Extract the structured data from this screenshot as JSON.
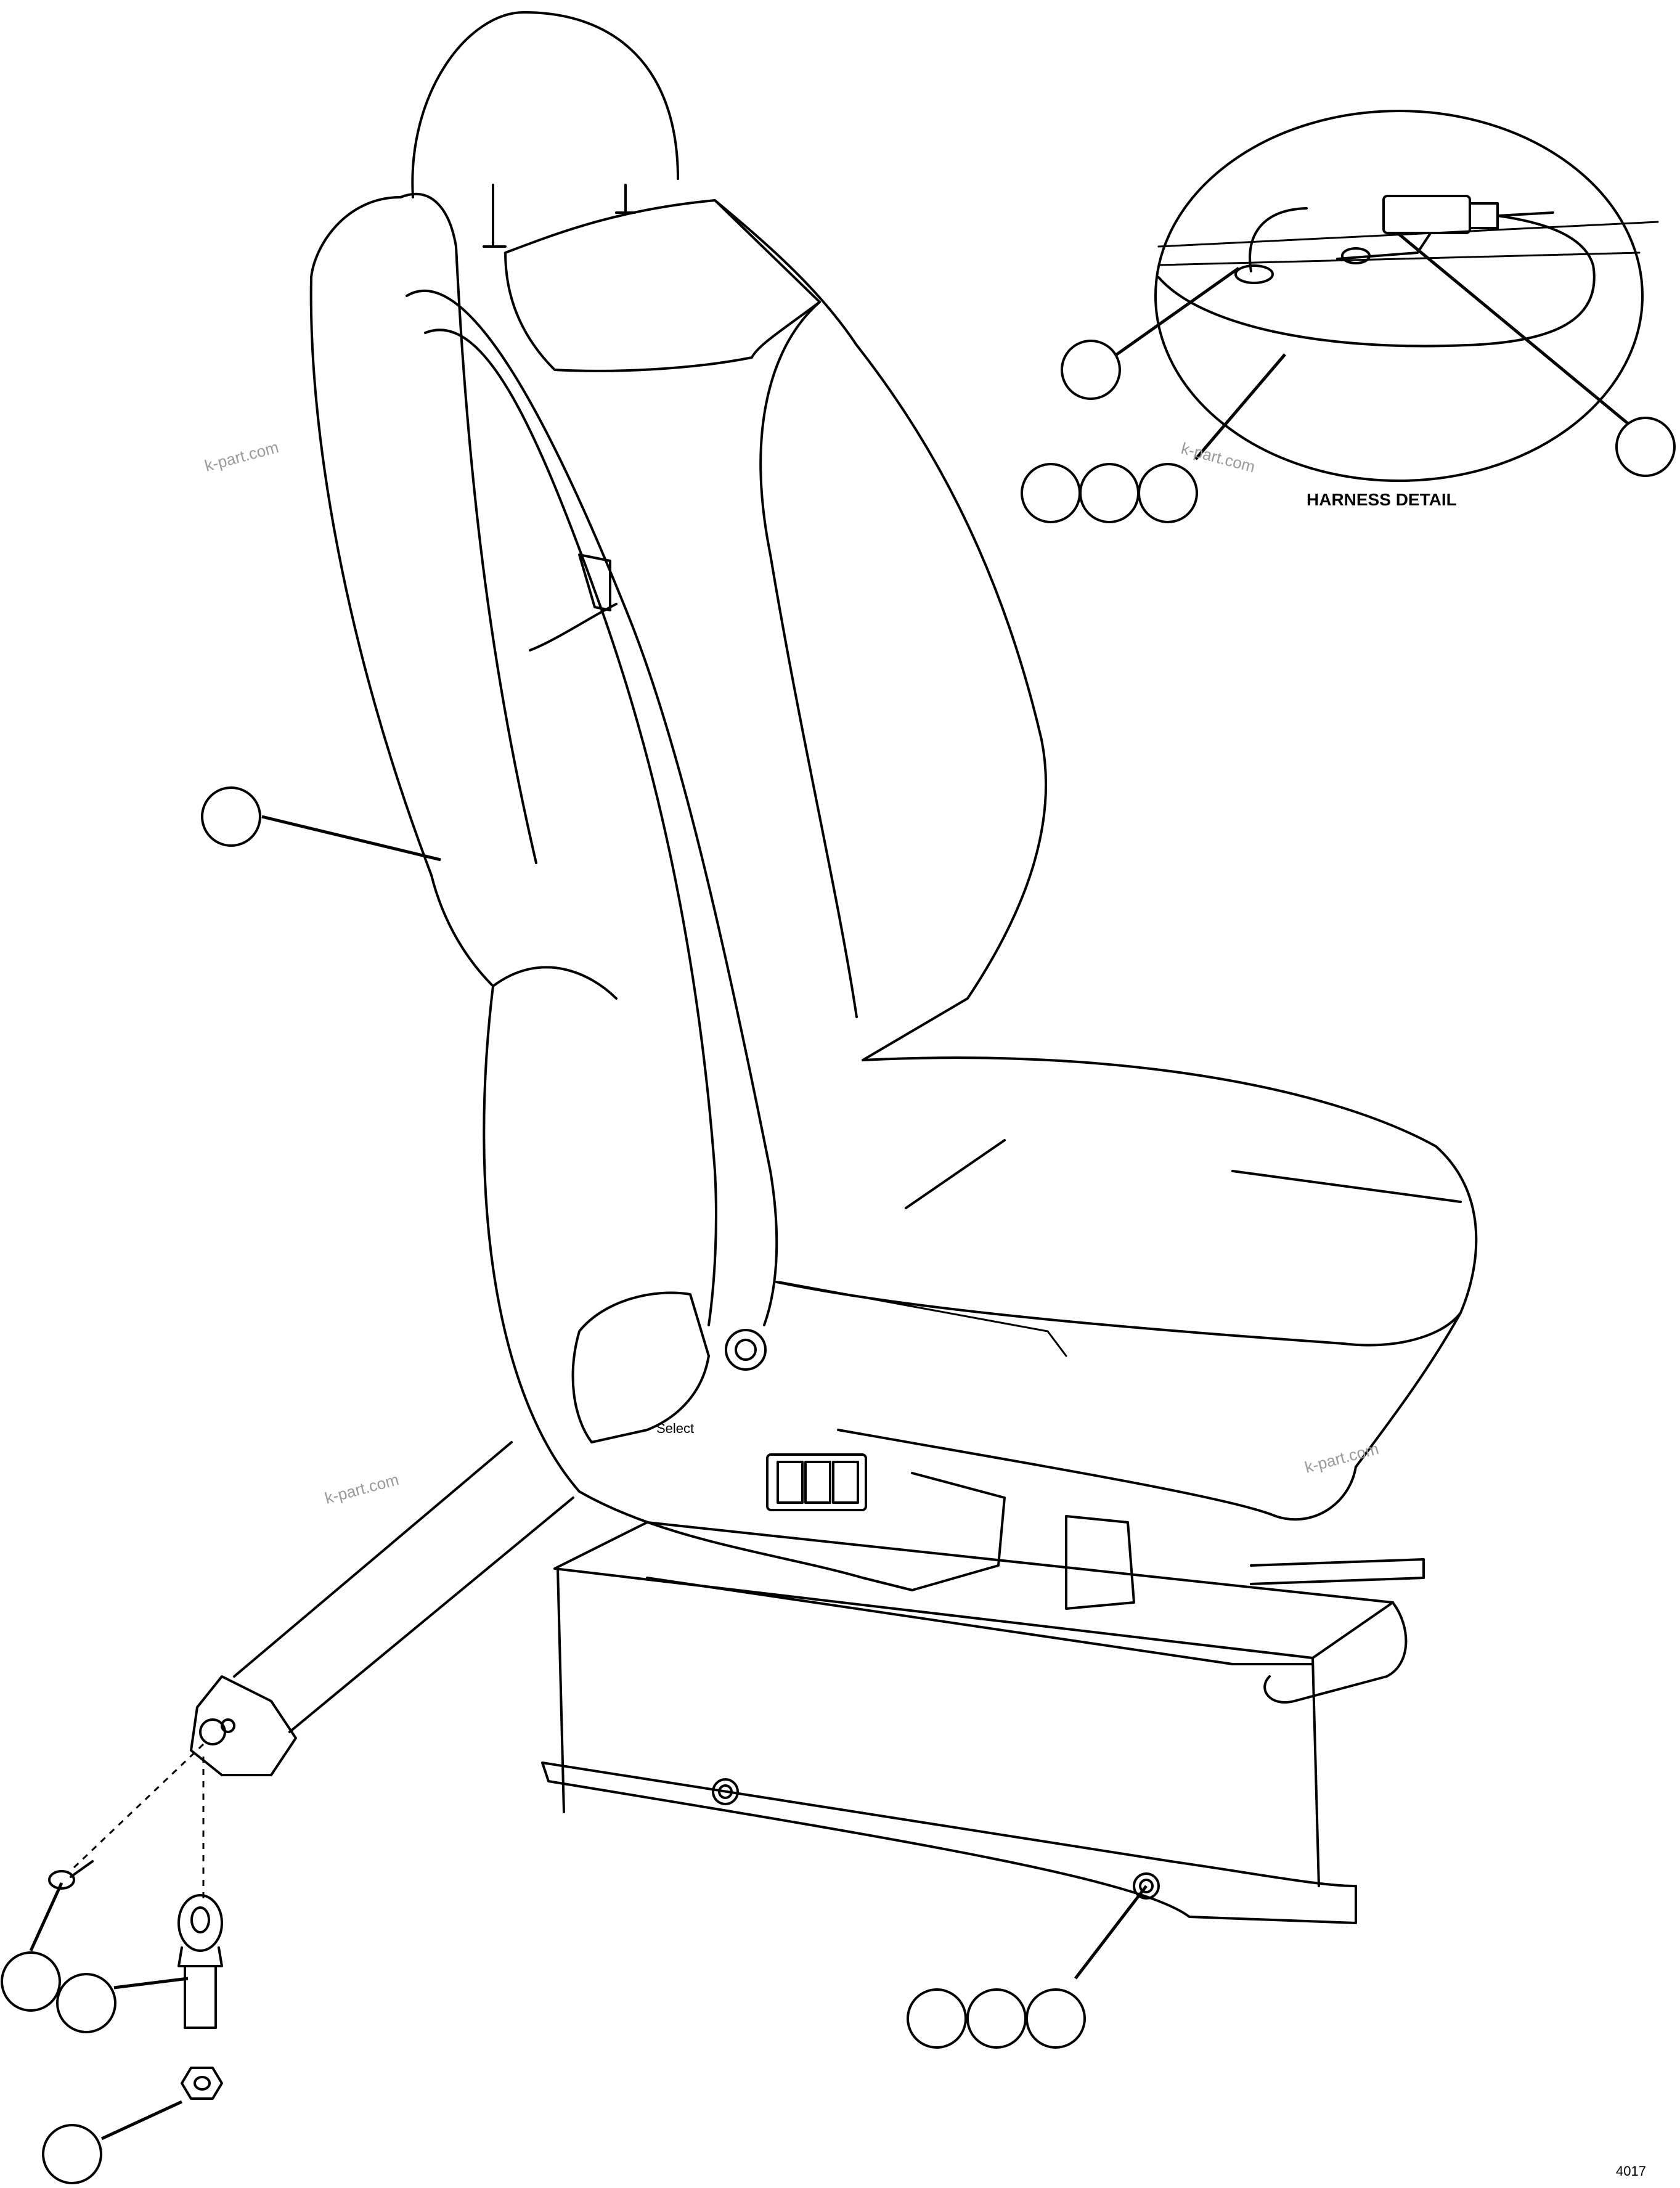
{
  "detail_label": "HARNESS DETAIL",
  "watermarks": [
    "k-part.com",
    "k-part.com",
    "k-part.com",
    "k-part.com"
  ],
  "seat_brand_text": "Select",
  "figure_code": "4017",
  "callouts": [
    {
      "name": "callout-seat-assembly",
      "label": ""
    },
    {
      "name": "callout-harness-clip",
      "label": ""
    },
    {
      "name": "callout-harness-connector",
      "label": ""
    },
    {
      "name": "callout-harness-wire-1",
      "label": ""
    },
    {
      "name": "callout-harness-wire-2",
      "label": ""
    },
    {
      "name": "callout-harness-wire-3",
      "label": ""
    },
    {
      "name": "callout-mount-nut-1",
      "label": ""
    },
    {
      "name": "callout-mount-nut-2",
      "label": ""
    },
    {
      "name": "callout-mount-nut-3",
      "label": ""
    },
    {
      "name": "callout-cotter-pin",
      "label": ""
    },
    {
      "name": "callout-eye-bolt",
      "label": ""
    },
    {
      "name": "callout-hex-nut",
      "label": ""
    }
  ]
}
